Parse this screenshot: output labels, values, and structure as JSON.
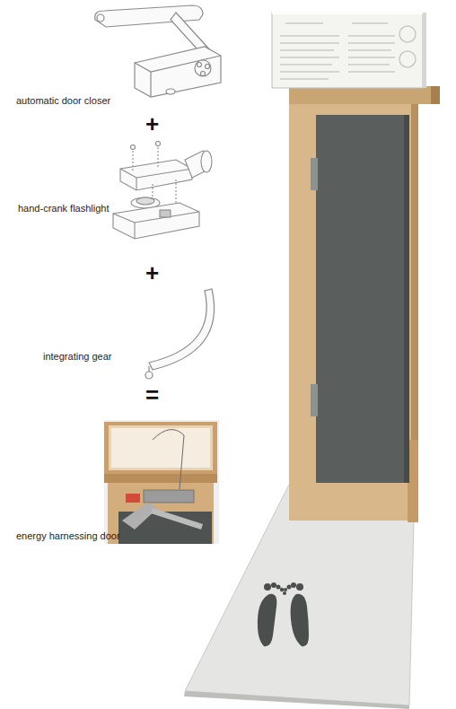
{
  "diagram": {
    "labels": [
      "automatic door closer",
      "+",
      "hand-crank flashlight",
      "+",
      "integrating gear",
      "=",
      "energy harnessing door"
    ]
  }
}
